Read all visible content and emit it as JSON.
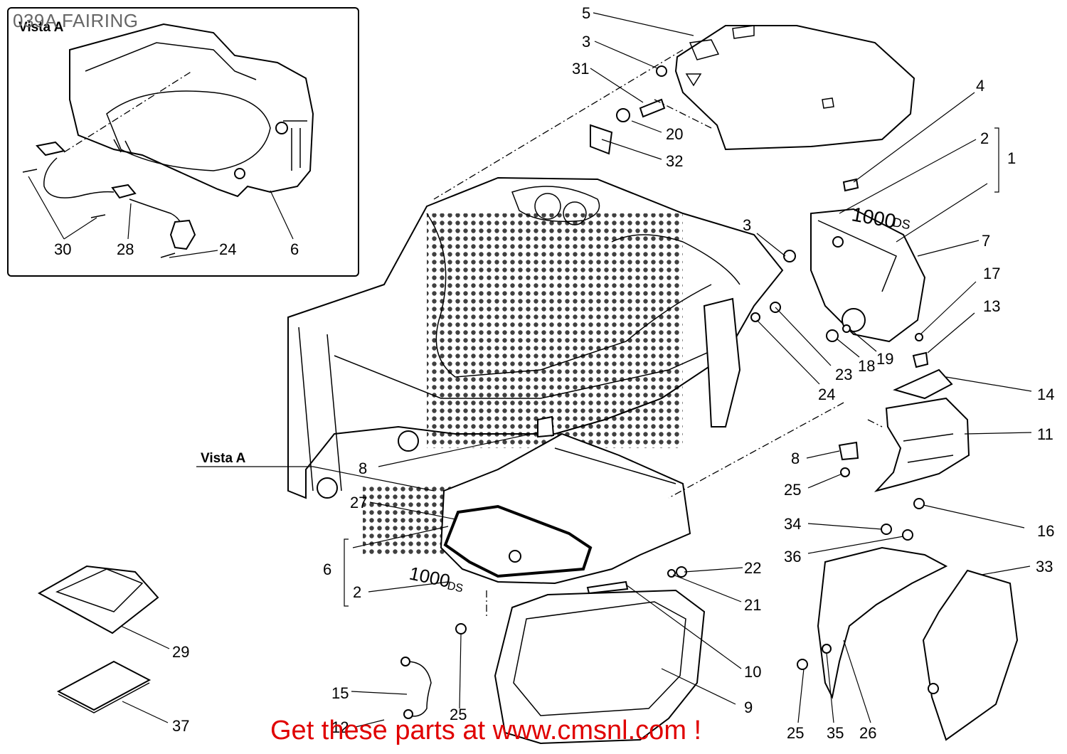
{
  "page_title": "039A FAIRING",
  "inset": {
    "label": "Vista A"
  },
  "main_label": "Vista A",
  "callouts": {
    "c5": "5",
    "c3a": "3",
    "c31": "31",
    "c20": "20",
    "c32": "32",
    "c4": "4",
    "c2a": "2",
    "c1": "1",
    "c3b": "3",
    "c7": "7",
    "c17": "17",
    "c13": "13",
    "c23": "23",
    "c18": "18",
    "c19": "19",
    "c24a": "24",
    "c14": "14",
    "c11": "11",
    "c8a": "8",
    "c8b": "8",
    "c25a": "25",
    "c16": "16",
    "c34": "34",
    "c36": "36",
    "c33": "33",
    "c27": "27",
    "c6a": "6",
    "c2b": "2",
    "c22": "22",
    "c21": "21",
    "c10": "10",
    "c9": "9",
    "c29": "29",
    "c37": "37",
    "c15": "15",
    "c12": "12",
    "c25b": "25",
    "c25c": "25",
    "c35": "35",
    "c26": "26",
    "c30": "30",
    "c28": "28",
    "c24b": "24",
    "c6b": "6"
  },
  "decals": {
    "d1": "1000",
    "d1s": "DS",
    "d2": "1000",
    "d2s": "DS"
  },
  "footer": {
    "cta": "Get these parts at www.cmsnl.com !"
  }
}
